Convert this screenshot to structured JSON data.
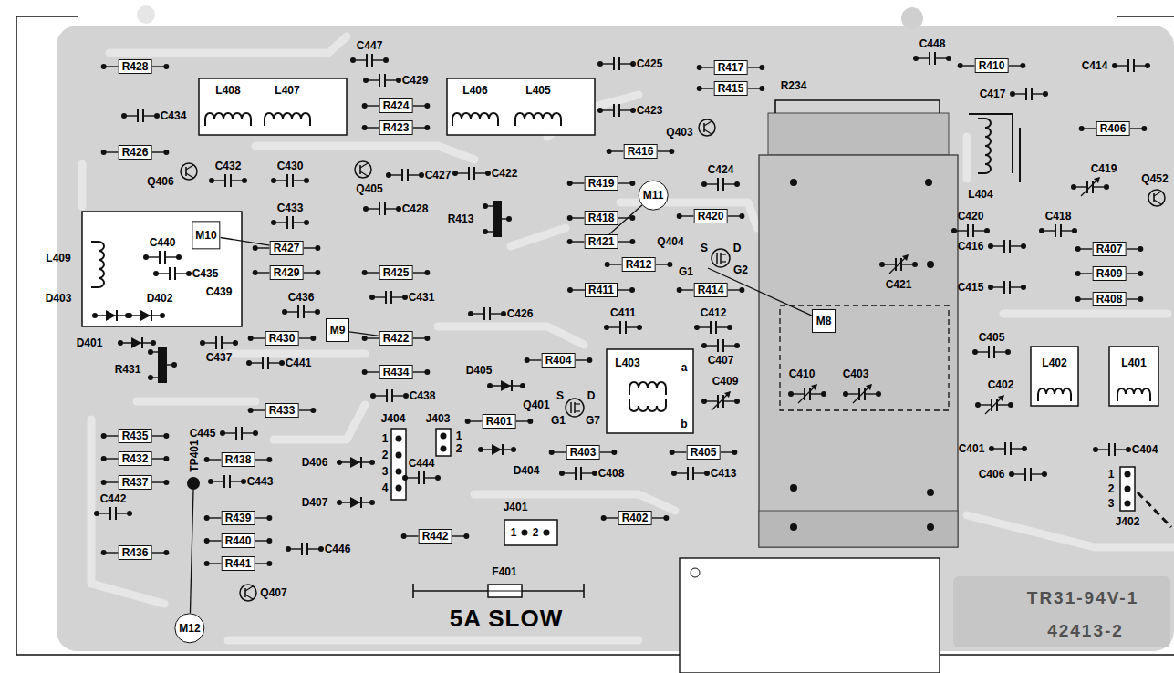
{
  "diagram": {
    "nodes": [
      {
        "text": [
          "R428"
        ]
      },
      {
        "text": [
          "R426"
        ]
      },
      {
        "text": [
          "R424"
        ]
      },
      {
        "text": [
          "R423"
        ]
      },
      {
        "text": [
          "R417"
        ]
      },
      {
        "text": [
          "R415"
        ]
      },
      {
        "text": [
          "R416"
        ]
      },
      {
        "text": [
          "R419"
        ]
      },
      {
        "text": [
          "R418"
        ]
      },
      {
        "text": [
          "R421"
        ]
      },
      {
        "text": [
          "R420"
        ]
      },
      {
        "text": [
          "R410"
        ]
      },
      {
        "text": [
          "R406"
        ]
      },
      {
        "text": [
          "R407"
        ]
      },
      {
        "text": [
          "R409"
        ]
      },
      {
        "text": [
          "R408"
        ]
      },
      {
        "text": [
          "M10"
        ]
      },
      {
        "text": [
          "R427"
        ]
      },
      {
        "text": [
          "R429"
        ]
      },
      {
        "text": [
          "R425"
        ]
      },
      {
        "text": [
          "R412"
        ]
      },
      {
        "text": [
          "R411"
        ]
      },
      {
        "text": [
          "R414"
        ]
      },
      {
        "text": [
          "M9"
        ]
      },
      {
        "text": [
          "R430"
        ]
      },
      {
        "text": [
          "R422"
        ]
      },
      {
        "text": [
          "R434"
        ]
      },
      {
        "text": [
          "R404"
        ]
      },
      {
        "text": [
          "R433"
        ]
      },
      {
        "text": [
          "R401"
        ]
      },
      {
        "text": [
          "R403"
        ]
      },
      {
        "text": [
          "R405"
        ]
      },
      {
        "text": [
          "R402"
        ]
      },
      {
        "text": [
          "R435"
        ]
      },
      {
        "text": [
          "R432"
        ]
      },
      {
        "text": [
          "R438"
        ]
      },
      {
        "text": [
          "R437"
        ]
      },
      {
        "text": [
          "R439"
        ]
      },
      {
        "text": [
          "R440"
        ]
      },
      {
        "text": [
          "R441"
        ]
      },
      {
        "text": [
          "R436"
        ]
      },
      {
        "text": [
          "R442"
        ]
      },
      {
        "text": [
          "M11"
        ]
      },
      {
        "text": [
          "M8"
        ]
      },
      {
        "text": [
          "M12"
        ]
      }
    ],
    "edges": [
      {
        "from": 16,
        "to": 17,
        "arrow": "none"
      },
      {
        "from": 23,
        "to": 25,
        "arrow": "none"
      },
      {
        "from": 42,
        "to": 9,
        "arrow": "none"
      }
    ],
    "labels": [
      "C447",
      "C429",
      "C434",
      "C425",
      "C423",
      "C448",
      "C414",
      "C417",
      "R234",
      "L408",
      "L407",
      "L406",
      "L405",
      "Q406",
      "C432",
      "C430",
      "Q405",
      "C427",
      "C422",
      "Q403",
      "C424",
      "L404",
      "C419",
      "Q452",
      "C433",
      "C428",
      "C440",
      "L409",
      "D403",
      "C435",
      "D402",
      "C439",
      "C436",
      "C431",
      "R413",
      "Q404",
      "S",
      "D",
      "G1",
      "G2",
      "C420",
      "C418",
      "C416",
      "C415",
      "C421",
      "C426",
      "C411",
      "C412",
      "D401",
      "C437",
      "R431",
      "C441",
      "C438",
      "D405",
      "C405",
      "C407",
      "C409",
      "C410",
      "C403",
      "L403",
      "a",
      "b",
      "C402",
      "L402",
      "L401",
      "Q401",
      "S",
      "D",
      "G1",
      "G7",
      "J404",
      "J403",
      "1",
      "2",
      "3",
      "4",
      "1",
      "2",
      "C445",
      "TP401",
      "C443",
      "D406",
      "D407",
      "C444",
      "D404",
      "C408",
      "C413",
      "C442",
      "C446",
      "Q407",
      "J401",
      "1",
      "2",
      "F401",
      "5A SLOW",
      "C401",
      "C406",
      "C404",
      "J402",
      "1",
      "2",
      "3",
      "TR31-94V-1",
      "42413-2"
    ]
  }
}
